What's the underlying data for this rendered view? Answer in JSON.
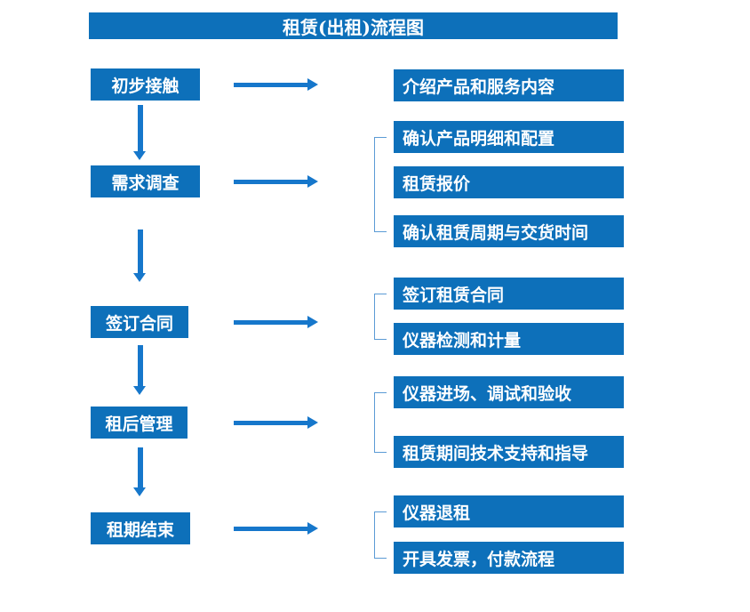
{
  "title": "租赁(出租)流程图",
  "colors": {
    "box_blue": "#0d70ba",
    "arrow_blue": "#1677cb",
    "bracket_blue": "#5b9bd5",
    "text": "#ffffff"
  },
  "stages": [
    {
      "label": "初步接触",
      "details": [
        "介绍产品和服务内容"
      ]
    },
    {
      "label": "需求调查",
      "details": [
        "确认产品明细和配置",
        "租赁报价",
        "确认租赁周期与交货时间"
      ]
    },
    {
      "label": "签订合同",
      "details": [
        "签订租赁合同",
        "仪器检测和计量"
      ]
    },
    {
      "label": "租后管理",
      "details": [
        "仪器进场、调试和验收",
        "租赁期间技术支持和指导"
      ]
    },
    {
      "label": "租期结束",
      "details": [
        "仪器退租",
        "开具发票，付款流程"
      ]
    }
  ]
}
